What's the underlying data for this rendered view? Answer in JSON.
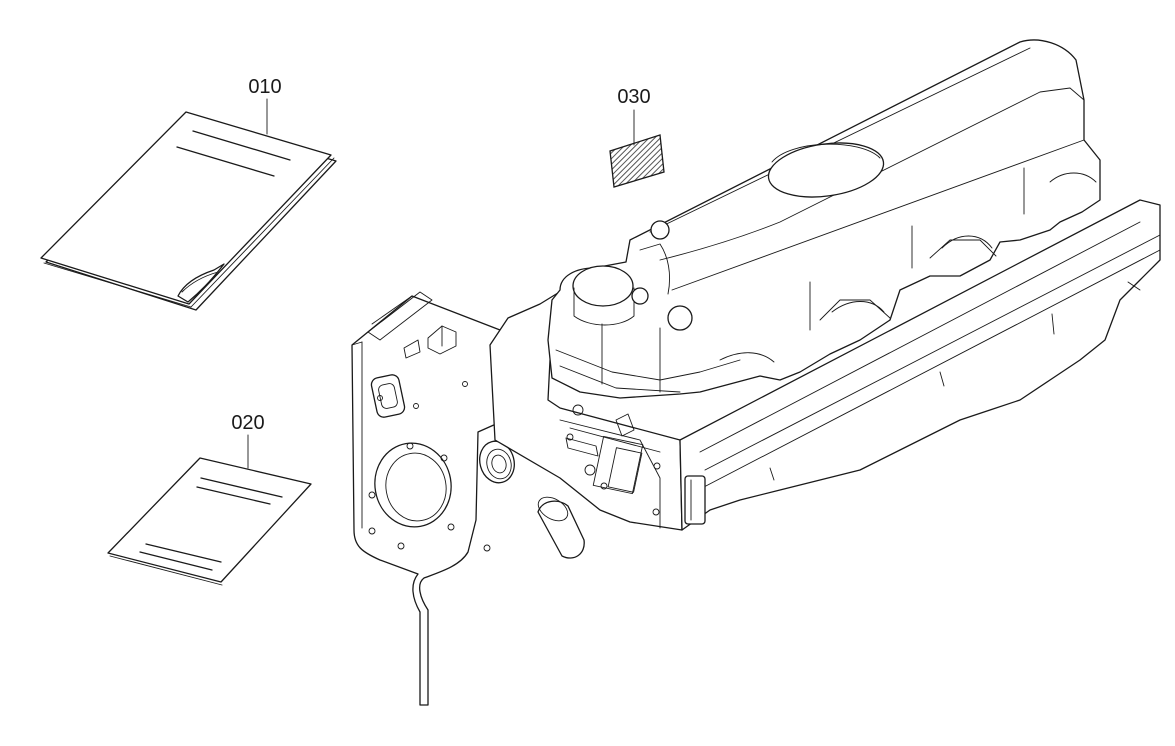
{
  "callouts": {
    "c010": {
      "number": "010",
      "part": "manual-booklet"
    },
    "c020": {
      "number": "020",
      "part": "instruction-sheet"
    },
    "c030": {
      "number": "030",
      "part": "label-plate"
    }
  },
  "colors": {
    "line": "#1a1a1a",
    "background": "#ffffff",
    "hatch": "#555555"
  }
}
